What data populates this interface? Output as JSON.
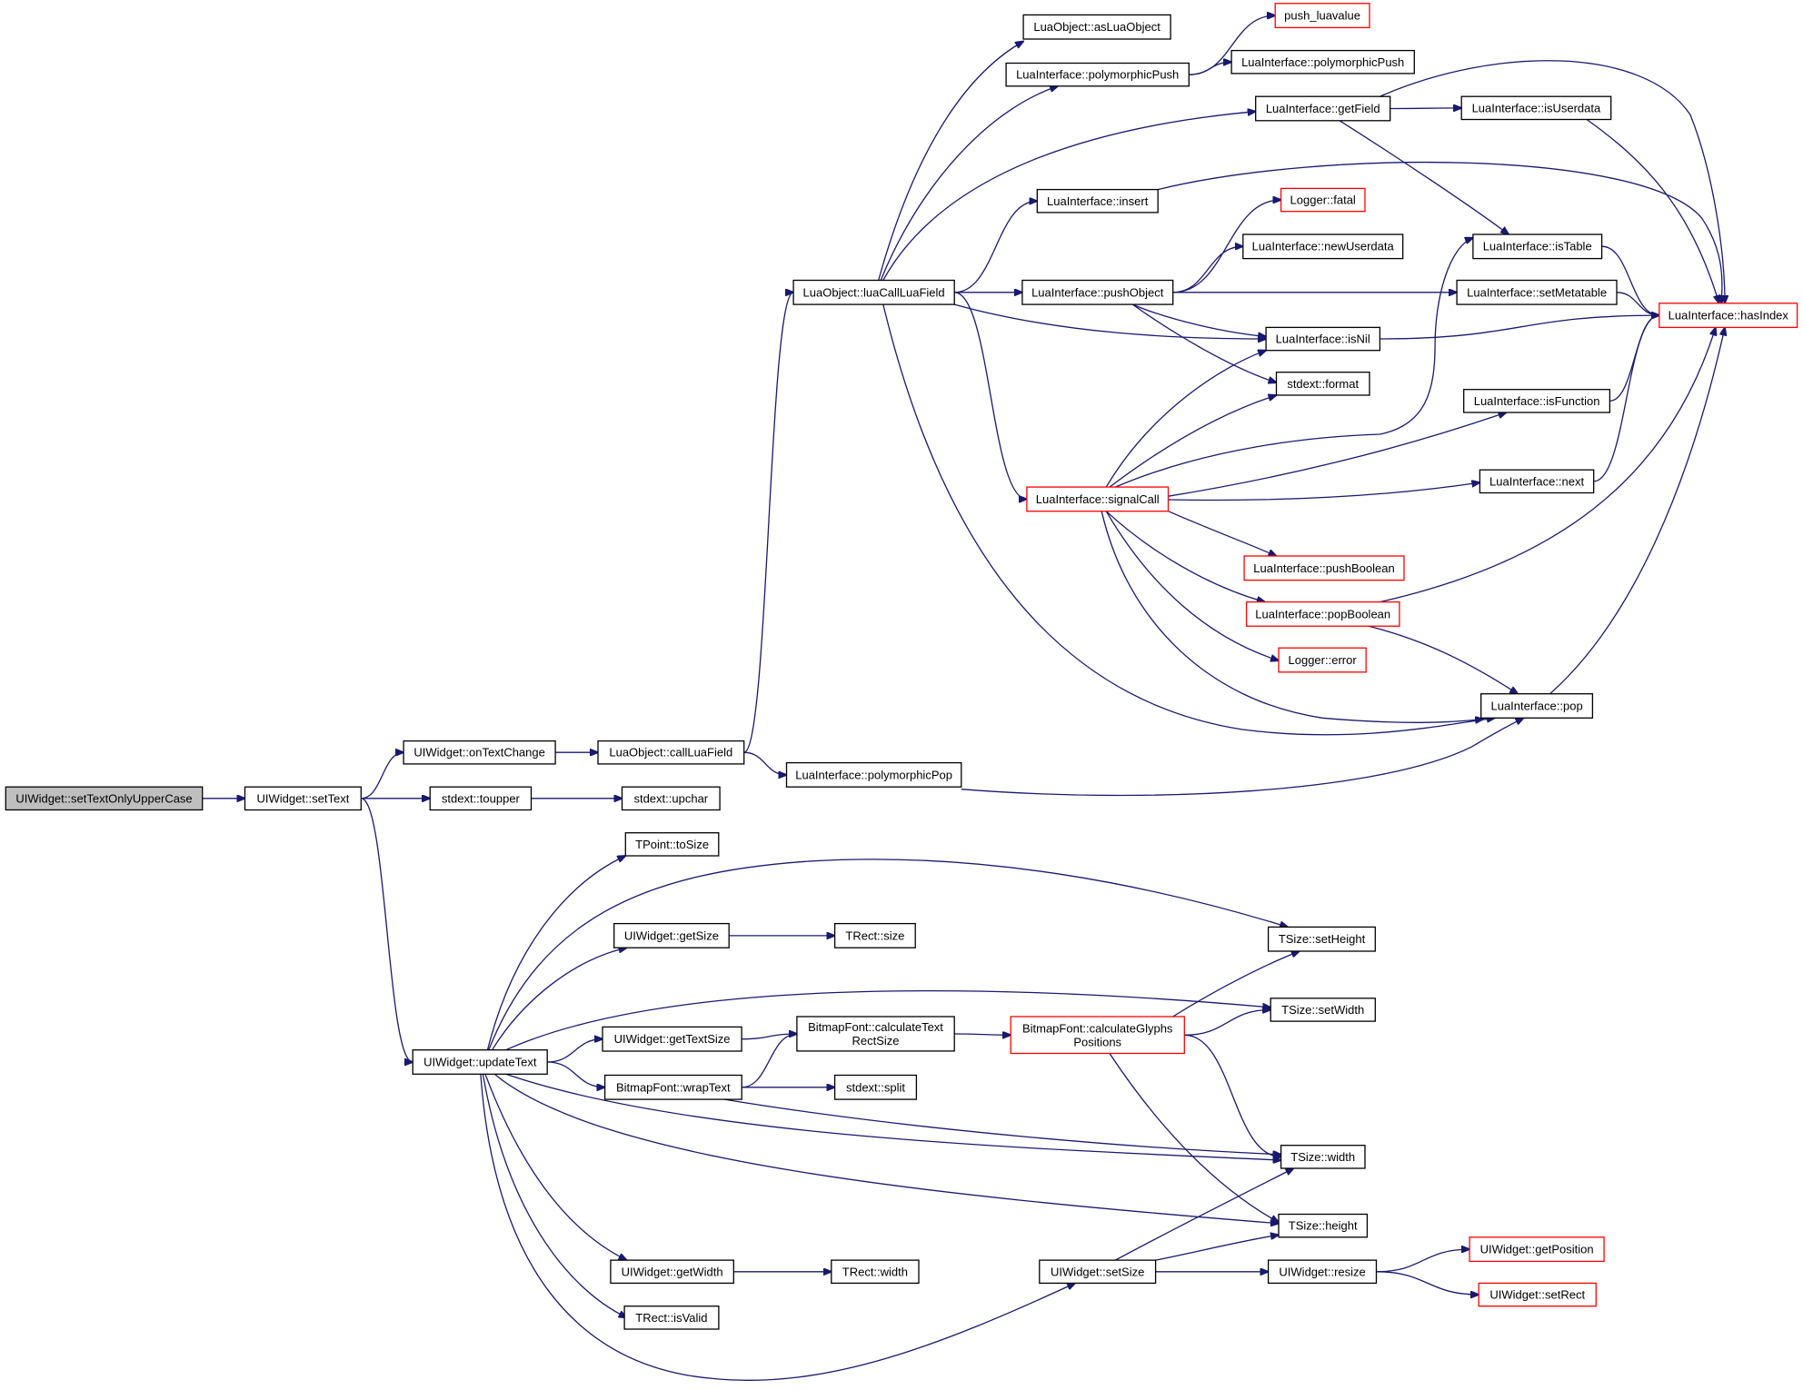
{
  "nodes": {
    "setTextOnlyUpperCase": {
      "label": [
        "UIWidget::setTextOnlyUpperCase"
      ],
      "style": "root"
    },
    "setText": {
      "label": [
        "UIWidget::setText"
      ],
      "style": "normal"
    },
    "onTextChange": {
      "label": [
        "UIWidget::onTextChange"
      ],
      "style": "normal"
    },
    "toupper": {
      "label": [
        "stdext::toupper"
      ],
      "style": "normal"
    },
    "upchar": {
      "label": [
        "stdext::upchar"
      ],
      "style": "normal"
    },
    "callLuaField": {
      "label": [
        "LuaObject::callLuaField"
      ],
      "style": "normal"
    },
    "luaCallLuaField": {
      "label": [
        "LuaObject::luaCallLuaField"
      ],
      "style": "normal"
    },
    "polymorphicPop": {
      "label": [
        "LuaInterface::polymorphicPop"
      ],
      "style": "normal"
    },
    "asLuaObject": {
      "label": [
        "LuaObject::asLuaObject"
      ],
      "style": "normal"
    },
    "polymorphicPush1": {
      "label": [
        "LuaInterface::polymorphicPush"
      ],
      "style": "normal"
    },
    "push_luavalue": {
      "label": [
        "push_luavalue"
      ],
      "style": "truncated"
    },
    "polymorphicPush2": {
      "label": [
        "LuaInterface::polymorphicPush"
      ],
      "style": "normal"
    },
    "getField": {
      "label": [
        "LuaInterface::getField"
      ],
      "style": "normal"
    },
    "isUserdata": {
      "label": [
        "LuaInterface::isUserdata"
      ],
      "style": "normal"
    },
    "insert": {
      "label": [
        "LuaInterface::insert"
      ],
      "style": "normal"
    },
    "fatal": {
      "label": [
        "Logger::fatal"
      ],
      "style": "truncated"
    },
    "newUserdata": {
      "label": [
        "LuaInterface::newUserdata"
      ],
      "style": "normal"
    },
    "isTable": {
      "label": [
        "LuaInterface::isTable"
      ],
      "style": "normal"
    },
    "pushObject": {
      "label": [
        "LuaInterface::pushObject"
      ],
      "style": "normal"
    },
    "setMetatable": {
      "label": [
        "LuaInterface::setMetatable"
      ],
      "style": "normal"
    },
    "hasIndex": {
      "label": [
        "LuaInterface::hasIndex"
      ],
      "style": "truncated"
    },
    "isNil": {
      "label": [
        "LuaInterface::isNil"
      ],
      "style": "normal"
    },
    "format": {
      "label": [
        "stdext::format"
      ],
      "style": "normal"
    },
    "isFunction": {
      "label": [
        "LuaInterface::isFunction"
      ],
      "style": "normal"
    },
    "signalCall": {
      "label": [
        "LuaInterface::signalCall"
      ],
      "style": "truncated"
    },
    "next": {
      "label": [
        "LuaInterface::next"
      ],
      "style": "normal"
    },
    "pushBoolean": {
      "label": [
        "LuaInterface::pushBoolean"
      ],
      "style": "truncated"
    },
    "popBoolean": {
      "label": [
        "LuaInterface::popBoolean"
      ],
      "style": "truncated"
    },
    "error": {
      "label": [
        "Logger::error"
      ],
      "style": "truncated"
    },
    "pop": {
      "label": [
        "LuaInterface::pop"
      ],
      "style": "normal"
    },
    "toSize": {
      "label": [
        "TPoint::toSize"
      ],
      "style": "normal"
    },
    "getSize": {
      "label": [
        "UIWidget::getSize"
      ],
      "style": "normal"
    },
    "rectSize": {
      "label": [
        "TRect::size"
      ],
      "style": "normal"
    },
    "setHeight": {
      "label": [
        "TSize::setHeight"
      ],
      "style": "normal"
    },
    "setWidth": {
      "label": [
        "TSize::setWidth"
      ],
      "style": "normal"
    },
    "updateText": {
      "label": [
        "UIWidget::updateText"
      ],
      "style": "normal"
    },
    "getTextSize": {
      "label": [
        "UIWidget::getTextSize"
      ],
      "style": "normal"
    },
    "calcTextRectSize": {
      "label": [
        "BitmapFont::calculateText",
        "RectSize"
      ],
      "style": "normal"
    },
    "calcGlyphs": {
      "label": [
        "BitmapFont::calculateGlyphs",
        "Positions"
      ],
      "style": "truncated"
    },
    "wrapText": {
      "label": [
        "BitmapFont::wrapText"
      ],
      "style": "normal"
    },
    "split": {
      "label": [
        "stdext::split"
      ],
      "style": "normal"
    },
    "sizeWidth": {
      "label": [
        "TSize::width"
      ],
      "style": "normal"
    },
    "sizeHeight": {
      "label": [
        "TSize::height"
      ],
      "style": "normal"
    },
    "getWidth": {
      "label": [
        "UIWidget::getWidth"
      ],
      "style": "normal"
    },
    "rectWidth": {
      "label": [
        "TRect::width"
      ],
      "style": "normal"
    },
    "setSize": {
      "label": [
        "UIWidget::setSize"
      ],
      "style": "normal"
    },
    "resize": {
      "label": [
        "UIWidget::resize"
      ],
      "style": "normal"
    },
    "getPosition": {
      "label": [
        "UIWidget::getPosition"
      ],
      "style": "truncated"
    },
    "setRect": {
      "label": [
        "UIWidget::setRect"
      ],
      "style": "truncated"
    },
    "isValid": {
      "label": [
        "TRect::isValid"
      ],
      "style": "normal"
    }
  },
  "edges": [
    [
      "setTextOnlyUpperCase",
      "setText"
    ],
    [
      "setText",
      "onTextChange"
    ],
    [
      "setText",
      "toupper"
    ],
    [
      "setText",
      "updateText"
    ],
    [
      "toupper",
      "upchar"
    ],
    [
      "onTextChange",
      "callLuaField"
    ],
    [
      "callLuaField",
      "luaCallLuaField"
    ],
    [
      "callLuaField",
      "polymorphicPop"
    ],
    [
      "polymorphicPop",
      "pop"
    ],
    [
      "luaCallLuaField",
      "asLuaObject"
    ],
    [
      "luaCallLuaField",
      "polymorphicPush1"
    ],
    [
      "luaCallLuaField",
      "getField"
    ],
    [
      "luaCallLuaField",
      "insert"
    ],
    [
      "luaCallLuaField",
      "pushObject"
    ],
    [
      "luaCallLuaField",
      "isNil"
    ],
    [
      "luaCallLuaField",
      "signalCall"
    ],
    [
      "luaCallLuaField",
      "pop"
    ],
    [
      "polymorphicPush1",
      "push_luavalue"
    ],
    [
      "polymorphicPush1",
      "polymorphicPush2"
    ],
    [
      "getField",
      "isUserdata"
    ],
    [
      "getField",
      "isTable"
    ],
    [
      "getField",
      "hasIndex"
    ],
    [
      "isUserdata",
      "hasIndex"
    ],
    [
      "insert",
      "hasIndex"
    ],
    [
      "pushObject",
      "fatal"
    ],
    [
      "pushObject",
      "newUserdata"
    ],
    [
      "pushObject",
      "setMetatable"
    ],
    [
      "pushObject",
      "isNil"
    ],
    [
      "pushObject",
      "format"
    ],
    [
      "isTable",
      "hasIndex"
    ],
    [
      "setMetatable",
      "hasIndex"
    ],
    [
      "isNil",
      "hasIndex"
    ],
    [
      "isFunction",
      "hasIndex"
    ],
    [
      "next",
      "hasIndex"
    ],
    [
      "pop",
      "hasIndex"
    ],
    [
      "popBoolean",
      "hasIndex"
    ],
    [
      "popBoolean",
      "pop"
    ],
    [
      "signalCall",
      "isNil"
    ],
    [
      "signalCall",
      "format"
    ],
    [
      "signalCall",
      "isTable"
    ],
    [
      "signalCall",
      "isFunction"
    ],
    [
      "signalCall",
      "next"
    ],
    [
      "signalCall",
      "pushBoolean"
    ],
    [
      "signalCall",
      "popBoolean"
    ],
    [
      "signalCall",
      "error"
    ],
    [
      "signalCall",
      "pop"
    ],
    [
      "updateText",
      "toSize"
    ],
    [
      "updateText",
      "setHeight"
    ],
    [
      "updateText",
      "getSize"
    ],
    [
      "updateText",
      "setWidth"
    ],
    [
      "updateText",
      "getTextSize"
    ],
    [
      "updateText",
      "wrapText"
    ],
    [
      "updateText",
      "sizeWidth"
    ],
    [
      "updateText",
      "sizeHeight"
    ],
    [
      "updateText",
      "getWidth"
    ],
    [
      "updateText",
      "isValid"
    ],
    [
      "updateText",
      "setSize"
    ],
    [
      "getSize",
      "rectSize"
    ],
    [
      "getTextSize",
      "calcTextRectSize"
    ],
    [
      "calcTextRectSize",
      "calcGlyphs"
    ],
    [
      "wrapText",
      "calcTextRectSize"
    ],
    [
      "wrapText",
      "split"
    ],
    [
      "wrapText",
      "sizeWidth"
    ],
    [
      "calcGlyphs",
      "setHeight"
    ],
    [
      "calcGlyphs",
      "setWidth"
    ],
    [
      "calcGlyphs",
      "sizeWidth"
    ],
    [
      "calcGlyphs",
      "sizeHeight"
    ],
    [
      "getWidth",
      "rectWidth"
    ],
    [
      "setSize",
      "sizeWidth"
    ],
    [
      "setSize",
      "sizeHeight"
    ],
    [
      "setSize",
      "resize"
    ],
    [
      "resize",
      "getPosition"
    ],
    [
      "resize",
      "setRect"
    ]
  ],
  "colors": {
    "edge": "#191970",
    "normal_border": "#000000",
    "truncated_border": "#ff0000",
    "root_fill": "#bfbfbf"
  }
}
